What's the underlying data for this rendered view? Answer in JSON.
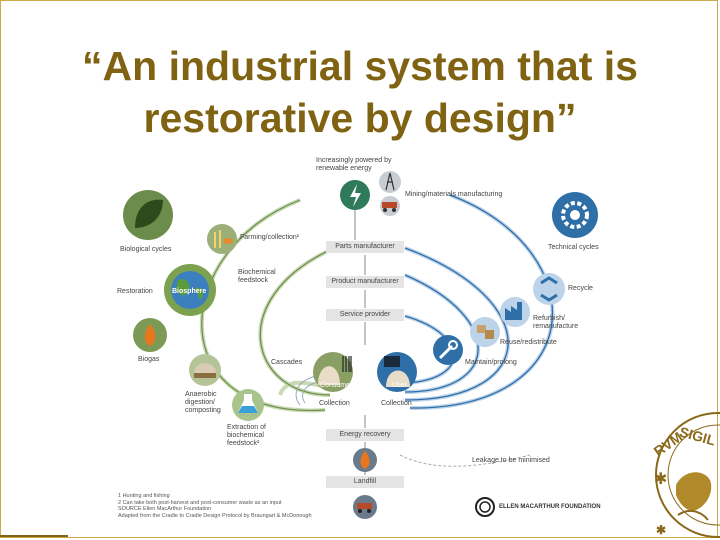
{
  "slide": {
    "title_line1": "“An industrial system that is",
    "title_line2": "restorative by design”"
  },
  "diagram": {
    "top_label_line1": "Increasingly powered by",
    "top_label_line2": "renewable energy",
    "mining": "Mining/materials manufacturing",
    "farming": "Farming/collection¹",
    "biological_cycles": "Biological cycles",
    "technical_cycles": "Technical cycles",
    "biosphere": "Biosphere",
    "restoration": "Restoration",
    "biogas": "Biogas",
    "biochem_line1": "Biochemical",
    "biochem_line2": "feedstock",
    "anaerobic_line1": "Anaerobic",
    "anaerobic_line2": "digestion/",
    "anaerobic_line3": "composting",
    "cascades": "Cascades",
    "extraction_line1": "Extraction of",
    "extraction_line2": "biochemical",
    "extraction_line3": "feedstock²",
    "parts_manufacturer": "Parts manufacturer",
    "product_manufacturer": "Product manufacturer",
    "service_provider": "Service provider",
    "consumer": "Consumer",
    "user": "User",
    "collection_left": "Collection",
    "collection_right": "Collection",
    "energy_recovery": "Energy recovery",
    "landfill": "Landfill",
    "leakage": "Leakage to be minimised",
    "recycle": "Recycle",
    "refurbish_line1": "Refurbish/",
    "refurbish_line2": "remanufacture",
    "reuse": "Reuse/redistribute",
    "maintain": "Maintain/prolong"
  },
  "footnotes": [
    "1 Hunting and fishing",
    "2 Can take both post-harvest and post-consumer waste as an input",
    "SOURCE Ellen MacArthur Foundation",
    "Adapted from the Cradle to Cradle Design Protocol by Braungart & McDonough"
  ],
  "foundation_name": "ELLEN MACARTHUR FOUNDATION",
  "colors": {
    "title": "#7f6212",
    "bio_green": "#6b8c4a",
    "tech_blue": "#2f6fa8",
    "light_green": "#c9d9b4",
    "light_blue": "#bcd3ea",
    "box_gray": "#e4e4e4"
  }
}
